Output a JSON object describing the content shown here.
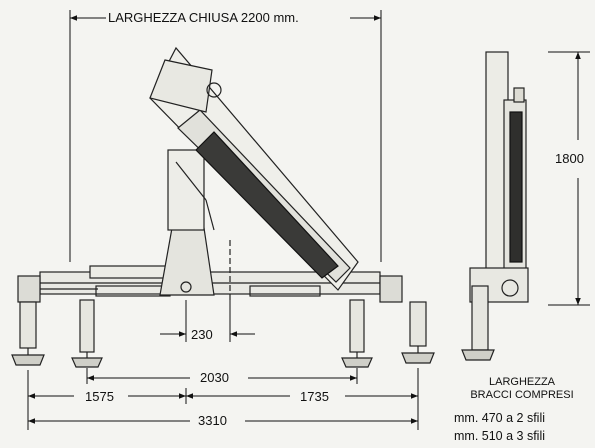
{
  "dimensions": {
    "closed_width": "LARGHEZZA CHIUSA 2200 mm.",
    "height": "1800",
    "column_offset": "230",
    "outrigger_span_inner": "2030",
    "left_span": "1575",
    "right_span": "1735",
    "total_span": "3310"
  },
  "width_note": {
    "line1": "LARGHEZZA",
    "line2": "BRACCI COMPRESI",
    "options": [
      "mm. 470 a 2 sfili",
      "mm. 510 a 3 sfili"
    ]
  }
}
